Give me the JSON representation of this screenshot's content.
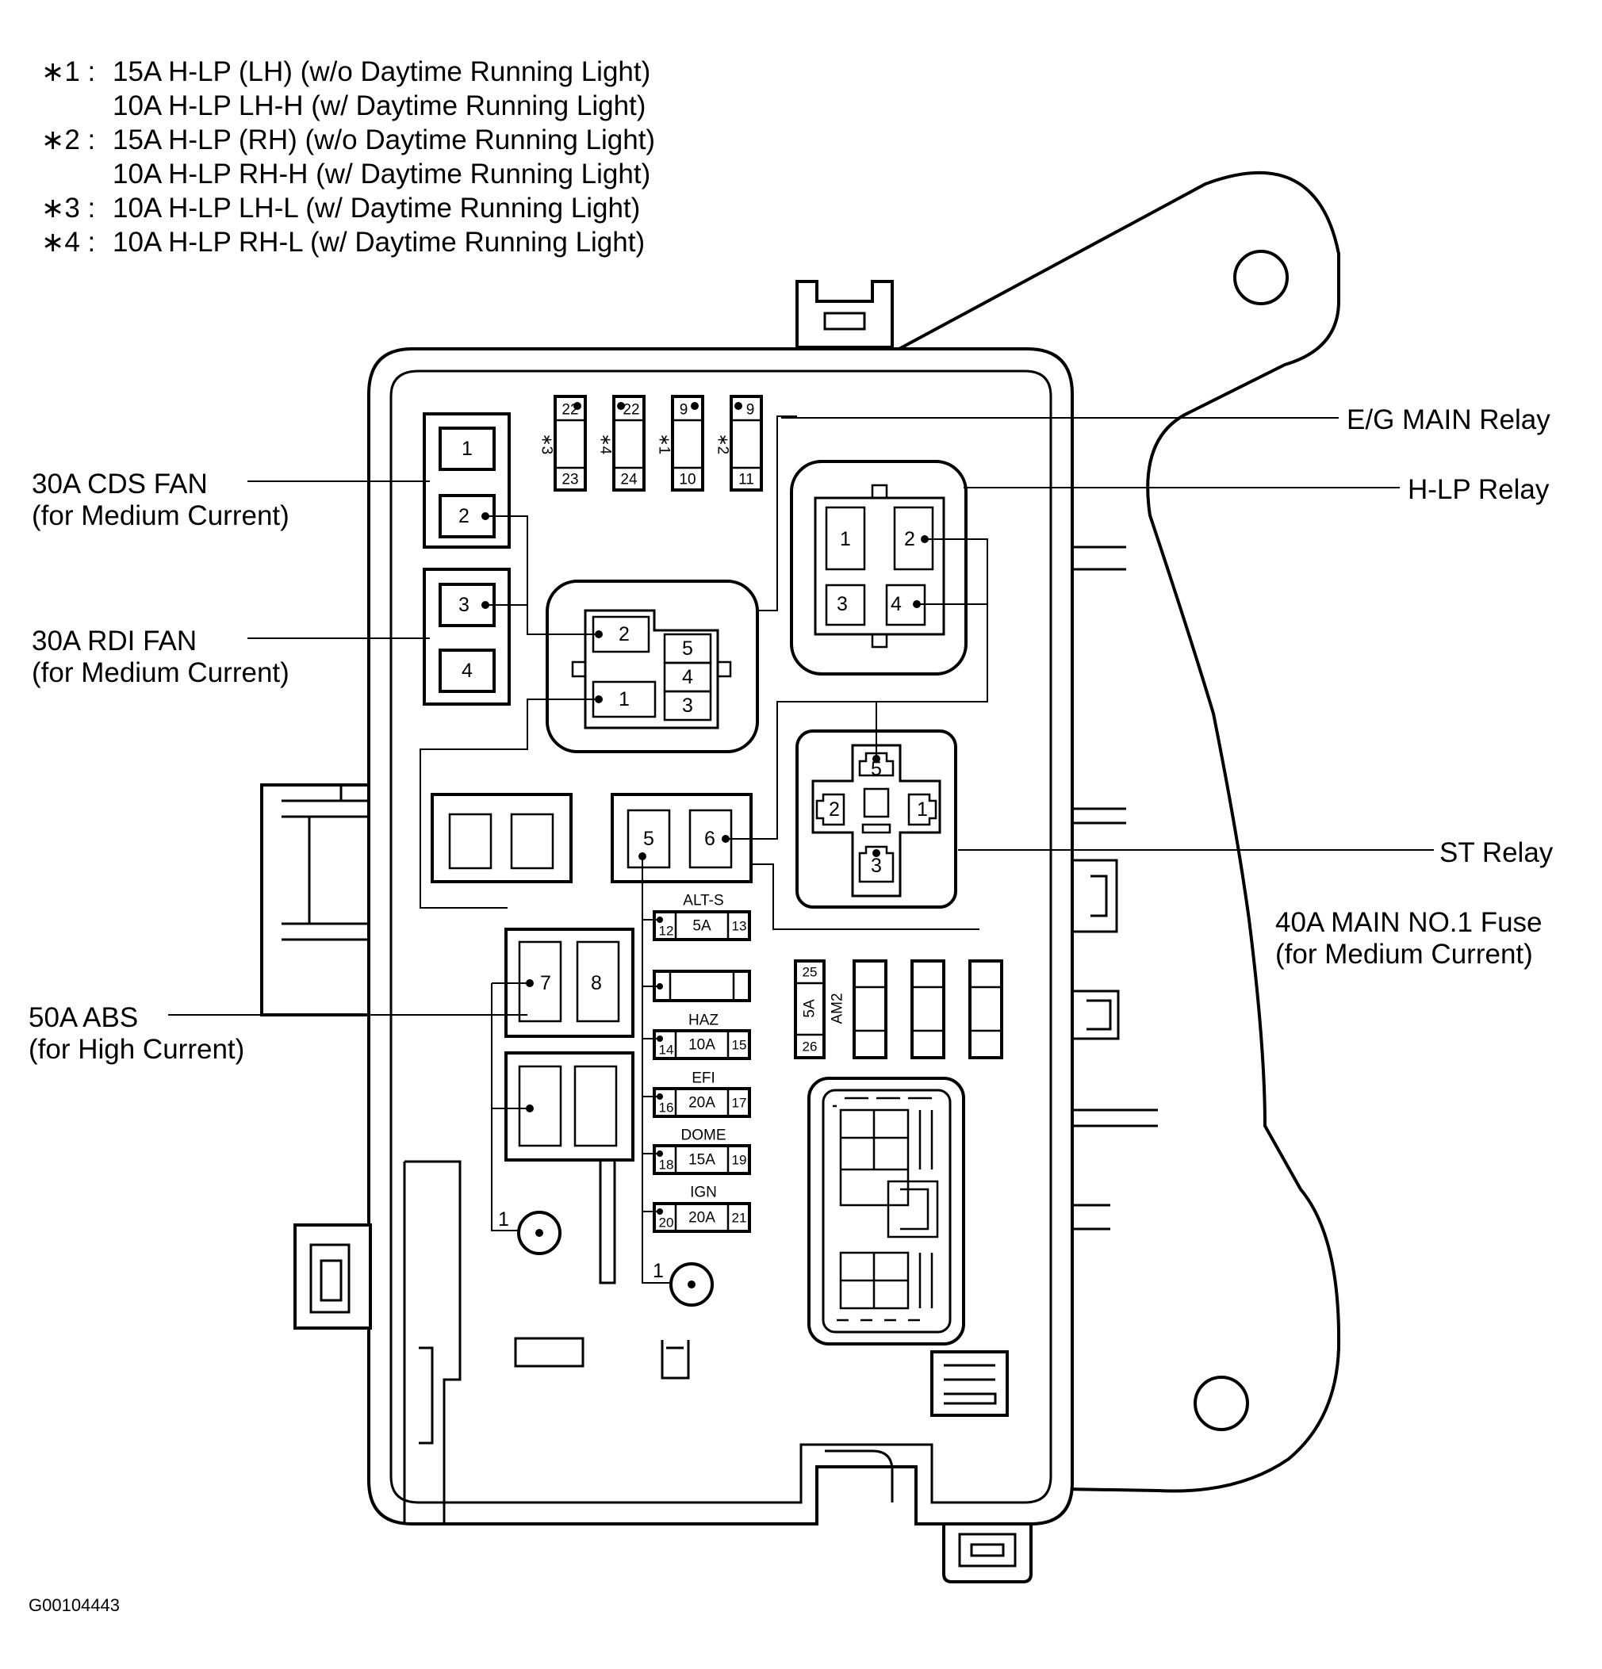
{
  "legend": [
    {
      "mark": "∗1 :",
      "line1": "15A H-LP (LH) (w/o Daytime Running Light)",
      "line2": "10A H-LP LH-H (w/ Daytime Running Light)"
    },
    {
      "mark": "∗2 :",
      "line1": "15A H-LP (RH) (w/o Daytime Running Light)",
      "line2": "10A H-LP RH-H (w/ Daytime Running Light)"
    },
    {
      "mark": "∗3 :",
      "line1": "10A H-LP LH-L (w/ Daytime Running Light)"
    },
    {
      "mark": "∗4 :",
      "line1": "10A H-LP RH-L (w/ Daytime Running Light)"
    }
  ],
  "callouts": {
    "cds_fan": {
      "line1": "30A CDS FAN",
      "line2": "(for Medium Current)"
    },
    "rdi_fan": {
      "line1": "30A RDI FAN",
      "line2": "(for Medium Current)"
    },
    "abs": {
      "line1": "50A ABS",
      "line2": "(for High Current)"
    },
    "eg_main_relay": "E/G MAIN Relay",
    "hlp_relay": "H-LP Relay",
    "st_relay": "ST Relay",
    "main_fuse": {
      "line1": "40A MAIN NO.1 Fuse",
      "line2": "(for Medium Current)"
    }
  },
  "top_fuses": [
    {
      "mark": "∗3",
      "pin_top": "22",
      "pin_bottom": "23"
    },
    {
      "mark": "∗4",
      "pin_top": "22",
      "pin_bottom": "24"
    },
    {
      "mark": "∗1",
      "pin_top": "9",
      "pin_bottom": "10"
    },
    {
      "mark": "∗2",
      "pin_top": "9",
      "pin_bottom": "11"
    }
  ],
  "terminals": {
    "cds_1": "1",
    "cds_2": "2",
    "rdi_3": "3",
    "rdi_4": "4",
    "abs_7": "7",
    "abs_8": "8",
    "main_5": "5",
    "main_6": "6"
  },
  "eg_main_relay_pins": [
    "2",
    "5",
    "4",
    "3",
    "1"
  ],
  "hlp_relay_pins": [
    "1",
    "2",
    "3",
    "4"
  ],
  "st_relay_pins": [
    "5",
    "2",
    "1",
    "3"
  ],
  "mini_fuses": [
    {
      "name": "ALT-S",
      "pin_left": "12",
      "rating": "5A",
      "pin_right": "13"
    },
    {
      "name": "HAZ",
      "pin_left": "14",
      "rating": "10A",
      "pin_right": "15"
    },
    {
      "name": "EFI",
      "pin_left": "16",
      "rating": "20A",
      "pin_right": "17"
    },
    {
      "name": "DOME",
      "pin_left": "18",
      "rating": "15A",
      "pin_right": "19"
    },
    {
      "name": "IGN",
      "pin_left": "20",
      "rating": "20A",
      "pin_right": "21"
    }
  ],
  "am2_fuse": {
    "name": "AM2",
    "rating": "5A",
    "pin_top": "25",
    "pin_bottom": "26"
  },
  "ground_labels": [
    "1",
    "1"
  ],
  "figure_code": "G00104443"
}
